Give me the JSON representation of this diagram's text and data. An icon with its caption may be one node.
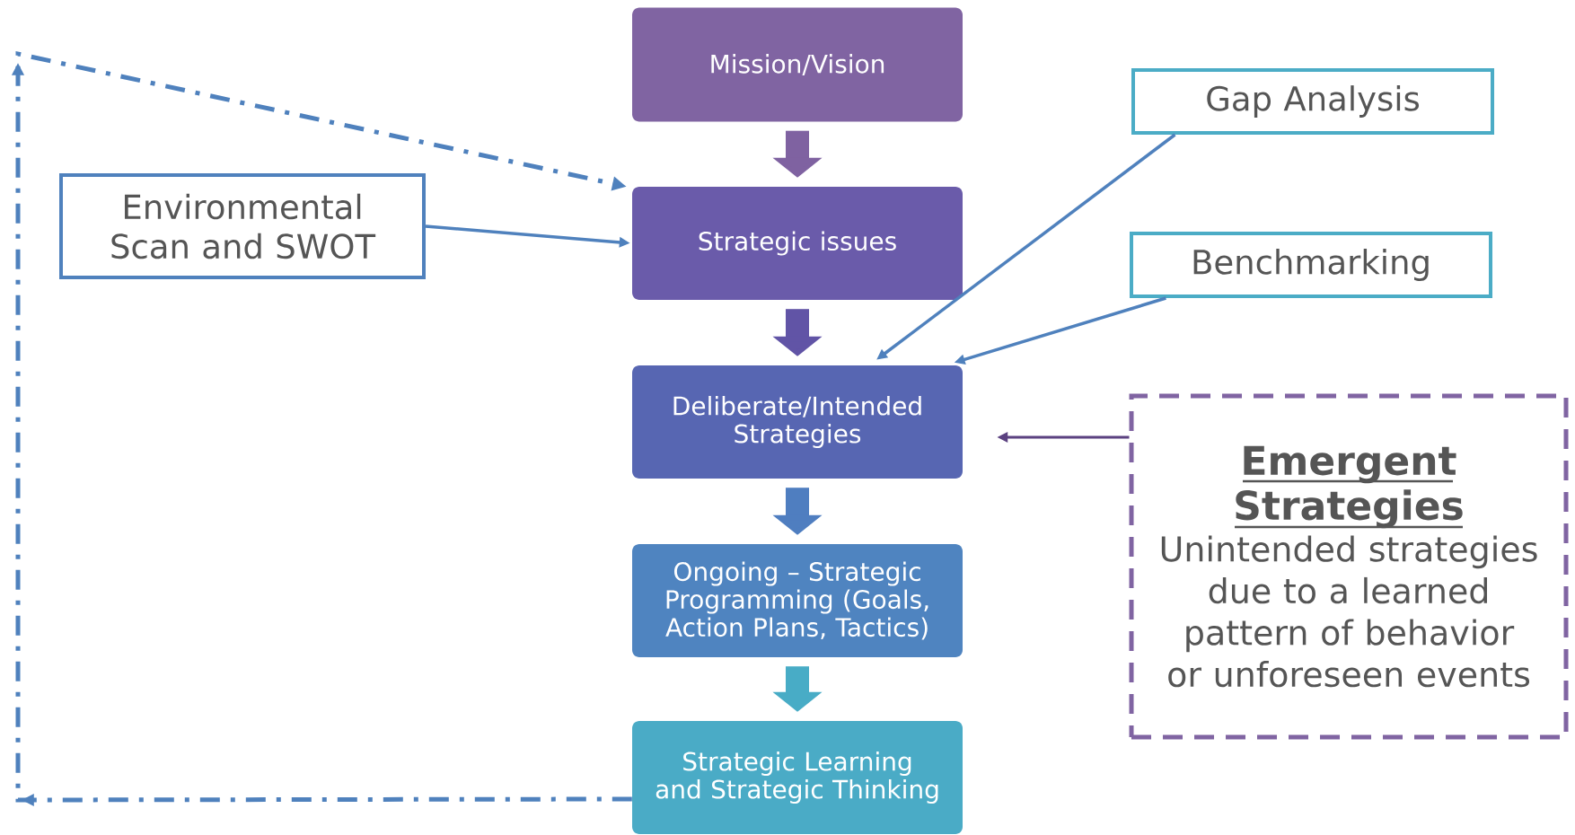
{
  "diagram": {
    "nodes": [
      {
        "text": [
          "Mission/Vision"
        ]
      },
      {
        "text": [
          "Strategic issues"
        ]
      },
      {
        "text": [
          "Environmental Scan and SWOT"
        ]
      },
      {
        "text": [
          "Gap Analysis"
        ]
      },
      {
        "text": [
          "Benchmarking"
        ]
      },
      {
        "text": [
          "Deliberate/Intended Strategies"
        ]
      },
      {
        "text": [
          "Emergent Strategies",
          "Unintended strategies due to a learned pattern of behavior or unforeseen events"
        ]
      },
      {
        "text": [
          "Ongoing – Strategic Programming (Goals, Action Plans, Tactics)"
        ]
      },
      {
        "text": [
          "Strategic Learning and Strategic Thinking"
        ]
      }
    ],
    "edges": [
      {
        "from": 0,
        "to": 1,
        "arrow": "to",
        "style": "thick",
        "color": "#7f62a1"
      },
      {
        "from": 2,
        "to": 1,
        "arrow": "to"
      },
      {
        "from": 1,
        "to": 5,
        "arrow": "to",
        "style": "thick",
        "color": "#6154a6"
      },
      {
        "from": 3,
        "to": 5,
        "arrow": "to"
      },
      {
        "from": 4,
        "to": 5,
        "arrow": "to"
      },
      {
        "from": 6,
        "to": 5,
        "arrow": "to",
        "color": "#5b4180"
      },
      {
        "from": 5,
        "to": 7,
        "arrow": "to",
        "style": "thick",
        "color": "#4f7ec0"
      },
      {
        "from": 7,
        "to": 8,
        "arrow": "to",
        "style": "thick",
        "color": "#48acc6"
      },
      {
        "from": 8,
        "to": 1,
        "arrow": "to",
        "style": "dashed"
      }
    ]
  }
}
